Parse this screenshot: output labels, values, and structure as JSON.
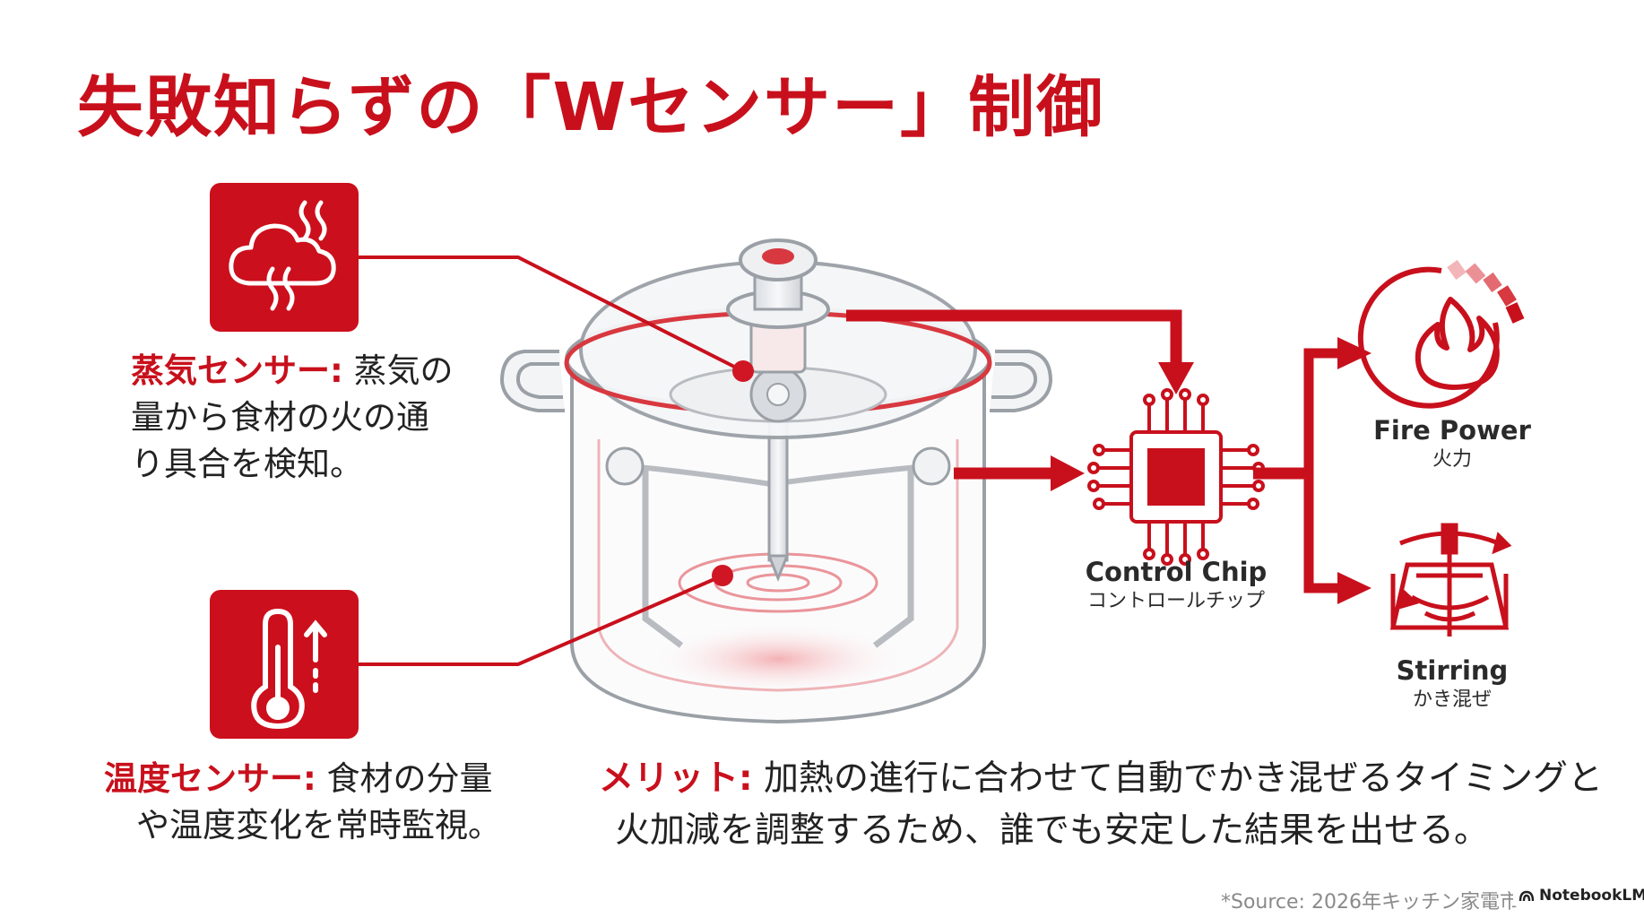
{
  "title": "失敗知らずの「Wセンサー」制御",
  "steam_sensor": {
    "icon": "steam-cloud-icon",
    "label": "蒸気センサー:",
    "line1": " 蒸気の",
    "line2": "量から食材の火の通",
    "line3": "り具合を検知。"
  },
  "temp_sensor": {
    "icon": "thermometer-rising-icon",
    "label": "温度センサー:",
    "line1": " 食材の分量",
    "line2": "や温度変化を常時監視。"
  },
  "control_chip": {
    "icon": "microchip-icon",
    "label_en": "Control Chip",
    "label_ja": "コントロールチップ"
  },
  "fire_power": {
    "icon": "flame-gauge-icon",
    "label_en": "Fire Power",
    "label_ja": "火力"
  },
  "stirring": {
    "icon": "stirring-paddle-icon",
    "label_en": "Stirring",
    "label_ja": "かき混ぜ"
  },
  "merit": {
    "label": "メリット:",
    "line1": " 加熱の進行に合わせて自動でかき混ぜるタイミングと",
    "line2": "火加減を調整するため、誰でも安定した結果を出せる。"
  },
  "source": "*Source: 2026年キッチン家電市",
  "badge": "NotebookLM",
  "colors": {
    "accent": "#c8101c",
    "text": "#222222"
  }
}
